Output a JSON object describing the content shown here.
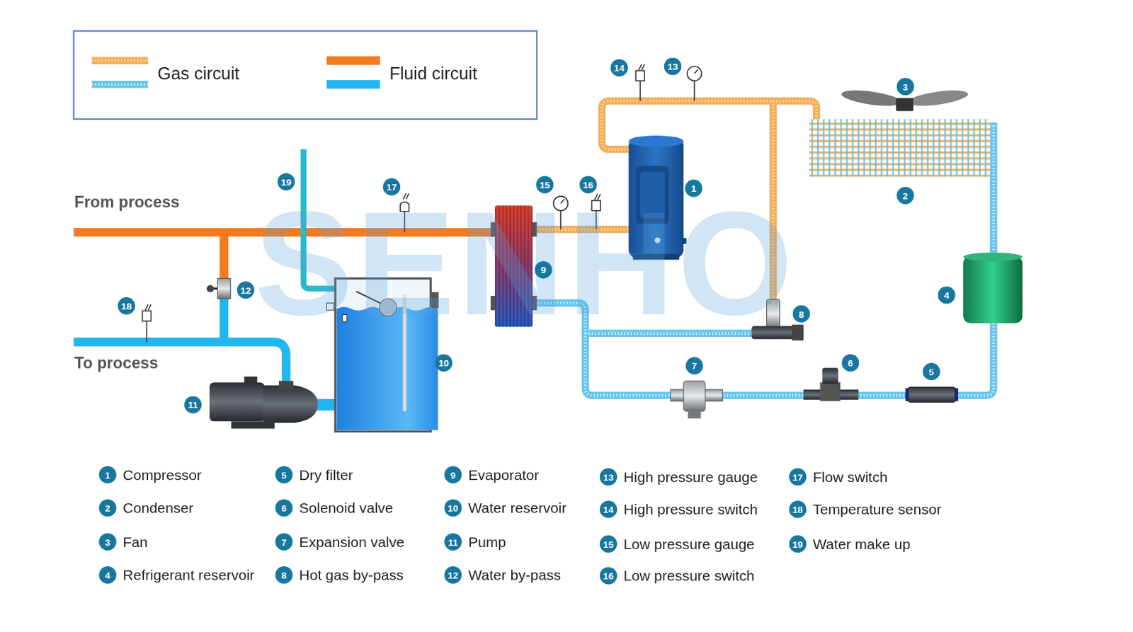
{
  "diagram": {
    "nodes": [
      {
        "text": [
          "1"
        ]
      },
      {
        "text": [
          "2"
        ]
      },
      {
        "text": [
          "3"
        ]
      },
      {
        "text": [
          "4"
        ]
      },
      {
        "text": [
          "5"
        ]
      },
      {
        "text": [
          "6"
        ]
      },
      {
        "text": [
          "7"
        ]
      },
      {
        "text": [
          "8"
        ]
      },
      {
        "text": [
          "9"
        ]
      },
      {
        "text": [
          "10"
        ]
      },
      {
        "text": [
          "11"
        ]
      },
      {
        "text": [
          "12"
        ]
      },
      {
        "text": [
          "13"
        ]
      },
      {
        "text": [
          "14"
        ]
      },
      {
        "text": [
          "15"
        ]
      },
      {
        "text": [
          "16"
        ]
      },
      {
        "text": [
          "17"
        ]
      },
      {
        "text": [
          "18"
        ]
      },
      {
        "text": [
          "19"
        ]
      },
      {
        "text": [
          "1",
          "Compressor"
        ]
      },
      {
        "text": [
          "2",
          "Condenser"
        ]
      },
      {
        "text": [
          "3",
          "Fan"
        ]
      },
      {
        "text": [
          "4",
          "Refrigerant reservoir"
        ]
      },
      {
        "text": [
          "5",
          "Dry filter"
        ]
      },
      {
        "text": [
          "6",
          "Solenoid valve"
        ]
      },
      {
        "text": [
          "7",
          "Expansion valve"
        ]
      },
      {
        "text": [
          "8",
          "Hot gas by-pass"
        ]
      },
      {
        "text": [
          "9",
          "Evaporator"
        ]
      },
      {
        "text": [
          "10",
          "Water reservoir"
        ]
      },
      {
        "text": [
          "11",
          "Pump"
        ]
      },
      {
        "text": [
          "12",
          "Water  by-pass"
        ]
      },
      {
        "text": [
          "13",
          "High pressure gauge"
        ]
      },
      {
        "text": [
          "14",
          "High pressure switch"
        ]
      },
      {
        "text": [
          "15",
          "Low pressure gauge"
        ]
      },
      {
        "text": [
          "16",
          "Low pressure switch"
        ]
      },
      {
        "text": [
          "17",
          "Flow switch"
        ]
      },
      {
        "text": [
          "18",
          "Temperature sensor"
        ]
      },
      {
        "text": [
          "19",
          "Water make up"
        ]
      }
    ],
    "labels": [
      "From process",
      "To process",
      "SENHO"
    ],
    "legend": [
      {
        "text": "Gas circuit"
      },
      {
        "text": "Fluid circuit"
      }
    ]
  }
}
